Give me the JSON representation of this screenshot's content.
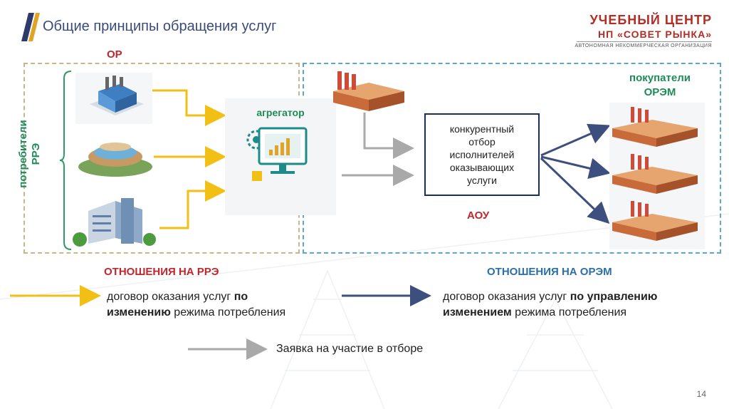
{
  "header": {
    "title": "Общие принципы обращения услуг",
    "logo_line1": "УЧЕБНЫЙ ЦЕНТР",
    "logo_line2": "НП «СОВЕТ РЫНКА»",
    "logo_line3": "АВТОНОМНАЯ НЕКОММЕРЧЕСКАЯ ОРГАНИЗАЦИЯ"
  },
  "diagram": {
    "or_label": "ОР",
    "consumers_label_line1": "потребители",
    "consumers_label_line2": "РРЭ",
    "aggregator_label": "агрегатор",
    "otbor_lines": [
      "конкурентный",
      "отбор",
      "исполнителей",
      "оказывающих",
      "услуги"
    ],
    "aou_label": "АОУ",
    "buyers_line1": "покупатели",
    "buyers_line2": "ОРЭМ",
    "rre_relations": "ОТНОШЕНИЯ НА РРЭ",
    "orem_relations": "ОТНОШЕНИЯ НА ОРЭМ"
  },
  "legend": {
    "yellow_text1": "договор оказания услуг ",
    "yellow_bold1": "по",
    "yellow_bold2": "изменению",
    "yellow_text2": " режима потребления",
    "blue_text1": "договор оказания услуг ",
    "blue_bold1": "по управлению",
    "blue_bold2": "изменением",
    "blue_text2": " режима потребления",
    "gray_text": "Заявка на участие в отборе"
  },
  "page_number": "14",
  "colors": {
    "yellow_arrow": "#f2c014",
    "blue_arrow": "#3c4f7e",
    "gray_arrow": "#a9a9a9",
    "accent_red": "#c0262b",
    "accent_green": "#1f8a5a",
    "accent_blue": "#2a6fa8"
  }
}
